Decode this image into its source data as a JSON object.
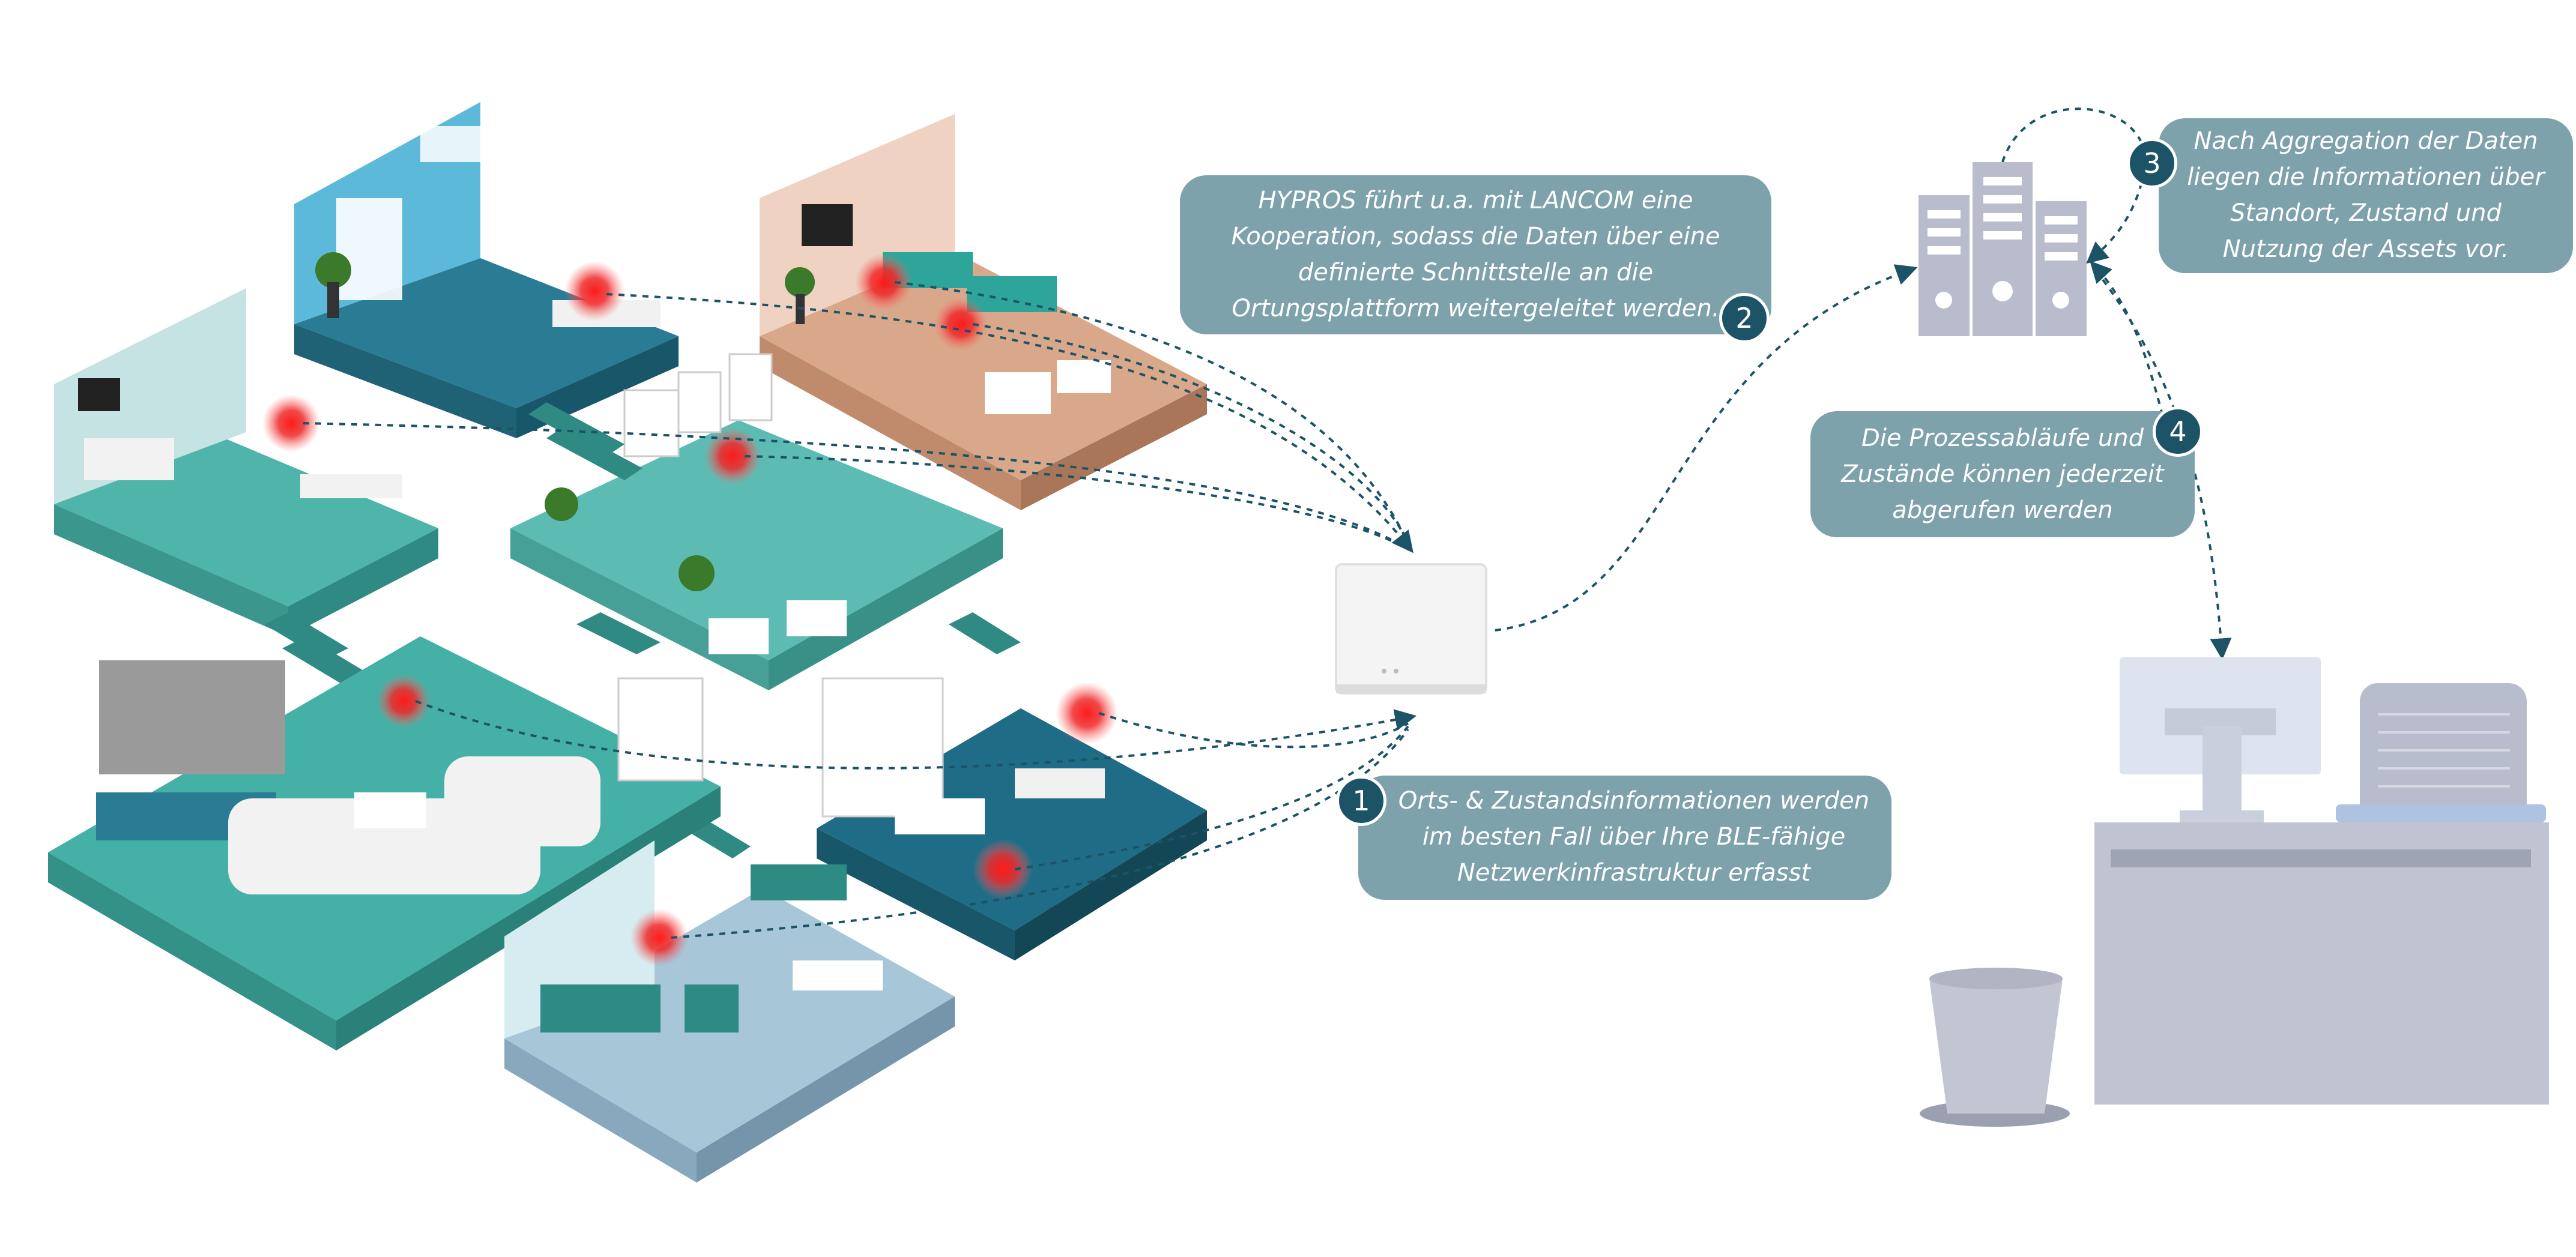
{
  "colors": {
    "accent": "#7da2ab",
    "badge": "#1c5366",
    "teal": "#4fb5aa",
    "teal_dark": "#2f8a83",
    "blue_room": "#2a7c95",
    "peach_room": "#d9a88a",
    "tracker": "#e8202a",
    "server": "#b8bccd",
    "desk": "#bfc3d2",
    "arrow": "#1c5366"
  },
  "icons": {
    "server": "server-rack-icon",
    "access_point": "access-point-icon",
    "tracker": "ble-tracker-icon",
    "computer": "monitor-icon",
    "chair": "office-chair-icon",
    "bin": "waste-bin-icon"
  },
  "steps": [
    {
      "number": "1",
      "lines": [
        "Orts- & Zustandsinformationen werden",
        "im besten Fall über Ihre BLE-fähige",
        "Netzwerkinfrastruktur erfasst"
      ]
    },
    {
      "number": "2",
      "lines": [
        "HYPROS führt u.a. mit LANCOM eine",
        "Kooperation, sodass die Daten über eine",
        "definierte Schnittstelle an die",
        "Ortungsplattform weitergeleitet werden."
      ]
    },
    {
      "number": "3",
      "lines": [
        "Nach Aggregation der Daten",
        "liegen die Informationen über",
        "Standort, Zustand und",
        "Nutzung der Assets vor."
      ]
    },
    {
      "number": "4",
      "lines": [
        "Die Prozessabläufe und",
        "Zustände können jederzeit",
        "abgerufen werden"
      ]
    }
  ]
}
